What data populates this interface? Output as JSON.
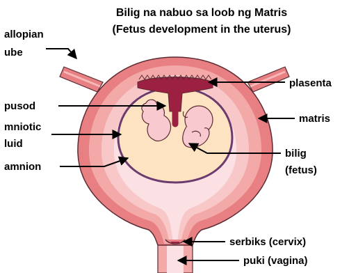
{
  "title": {
    "line1": "Bilig na nabuo sa loob ng Matris",
    "line2": "(Fetus development in the uterus)"
  },
  "labels": {
    "fallopian_line1": "allopian",
    "fallopian_line2": "ube",
    "umbilical": "pusod",
    "amniotic_line1": "mniotic",
    "amniotic_line2": "luid",
    "amnion": "amnion",
    "placenta": "plasenta",
    "uterus": "matris",
    "fetus_line1": "bilig",
    "fetus_line2": "(fetus)",
    "cervix": "serbiks (cervix)",
    "vagina": "puki (vagina)"
  },
  "colors": {
    "outer_wall": "#e87f82",
    "mid_wall": "#f2a9a8",
    "inner_wall": "#f8c8c8",
    "cavity": "#fbe0e4",
    "amniotic_fluid": "#fde3c1",
    "placenta": "#9b2041",
    "fetus": "#f8c9cf",
    "outline": "#5a2b33"
  }
}
